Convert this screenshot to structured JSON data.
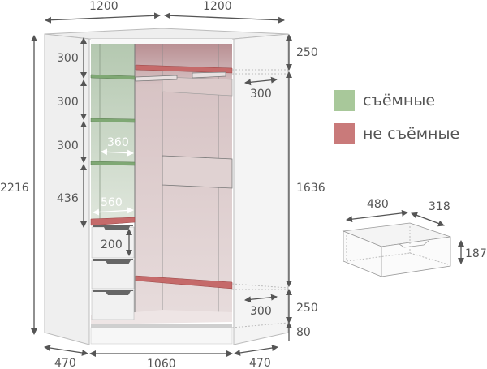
{
  "title": "Corner wardrobe dimensions diagram",
  "colors": {
    "removable": "#a8c89a",
    "fixed": "#c97a7a",
    "text": "#555555",
    "interior": "#d9c6c6"
  },
  "legend": [
    {
      "label": "съёмные",
      "color": "#a8c89a"
    },
    {
      "label": "не съёмные",
      "color": "#c97a7a"
    }
  ],
  "dimensions": {
    "top_left_width": "1200",
    "top_right_width": "1200",
    "total_height": "2216",
    "left_shelf_gaps": [
      "300",
      "300",
      "300",
      "436"
    ],
    "shelf_depth_inner": "360",
    "shelf_depth_lower": "560",
    "drawer_gap": "200",
    "right_top": "250",
    "right_middle": "1636",
    "right_lower": "250",
    "plinth": "80",
    "right_shelf_depth_top": "300",
    "right_shelf_depth_bottom": "300",
    "bottom_left": "470",
    "bottom_center": "1060",
    "bottom_right": "470"
  },
  "drawer": {
    "width": "480",
    "depth": "318",
    "height": "187"
  }
}
